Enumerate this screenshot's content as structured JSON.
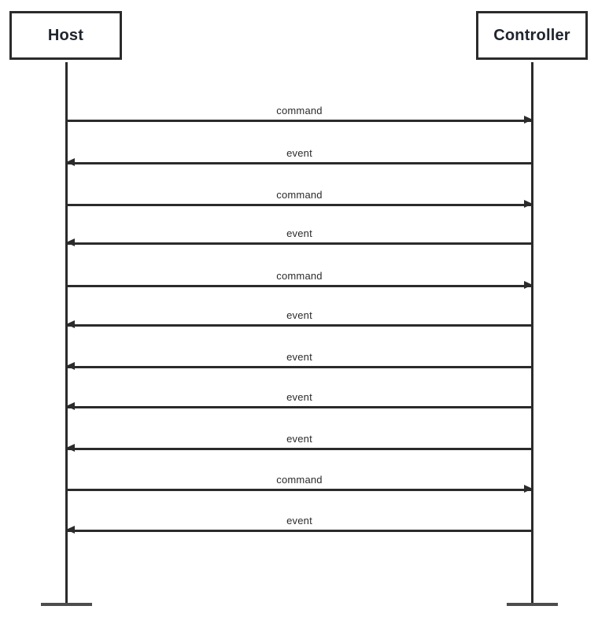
{
  "diagram": {
    "type": "sequence-diagram",
    "actors": [
      {
        "name": "Host"
      },
      {
        "name": "Controller"
      }
    ],
    "messages": [
      {
        "label": "command",
        "from": "Host",
        "to": "Controller",
        "direction": "right"
      },
      {
        "label": "event",
        "from": "Controller",
        "to": "Host",
        "direction": "left"
      },
      {
        "label": "command",
        "from": "Host",
        "to": "Controller",
        "direction": "right"
      },
      {
        "label": "event",
        "from": "Controller",
        "to": "Host",
        "direction": "left"
      },
      {
        "label": "command",
        "from": "Host",
        "to": "Controller",
        "direction": "right"
      },
      {
        "label": "event",
        "from": "Controller",
        "to": "Host",
        "direction": "left"
      },
      {
        "label": "event",
        "from": "Controller",
        "to": "Host",
        "direction": "left"
      },
      {
        "label": "event",
        "from": "Controller",
        "to": "Host",
        "direction": "left"
      },
      {
        "label": "event",
        "from": "Controller",
        "to": "Host",
        "direction": "left"
      },
      {
        "label": "command",
        "from": "Host",
        "to": "Controller",
        "direction": "right"
      },
      {
        "label": "event",
        "from": "Controller",
        "to": "Host",
        "direction": "left"
      }
    ],
    "colors": {
      "line": "#2b2b2b",
      "actor_text": "#20242e",
      "label_text": "#2b2b2b",
      "lifeline_foot": "#4d4d4d",
      "background": "#ffffff"
    }
  }
}
